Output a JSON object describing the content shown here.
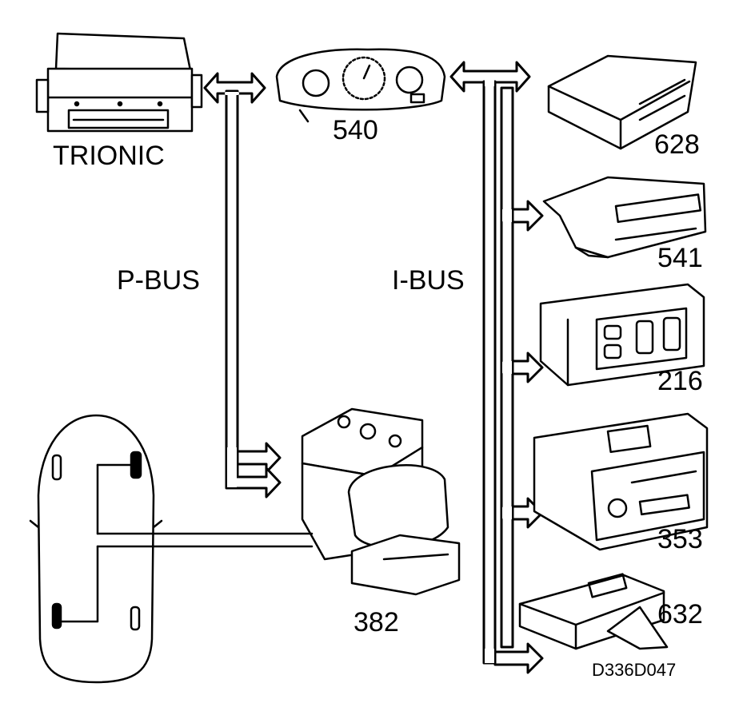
{
  "labels": {
    "trionic": "TRIONIC",
    "p_bus": "P-BUS",
    "i_bus": "I-BUS",
    "n540": "540",
    "n628": "628",
    "n541": "541",
    "n216": "216",
    "n382": "382",
    "n353": "353",
    "n632": "632",
    "drawing_id": "D336D047"
  },
  "colors": {
    "ink": "#000000",
    "paper": "#ffffff",
    "shade": "#dddddd"
  }
}
